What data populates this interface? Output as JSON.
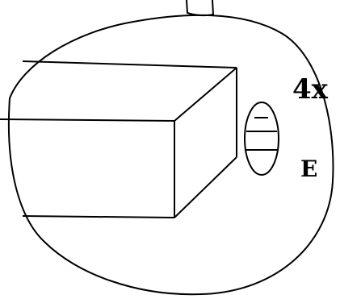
{
  "diagram": {
    "labels": {
      "magnification": "4x",
      "marker": "E"
    },
    "colors": {
      "stroke": "#000000",
      "background": "#ffffff"
    },
    "elements": [
      "magnified-view-outline",
      "pointer-stem",
      "rectangular-block",
      "oval-slot-icon"
    ]
  }
}
